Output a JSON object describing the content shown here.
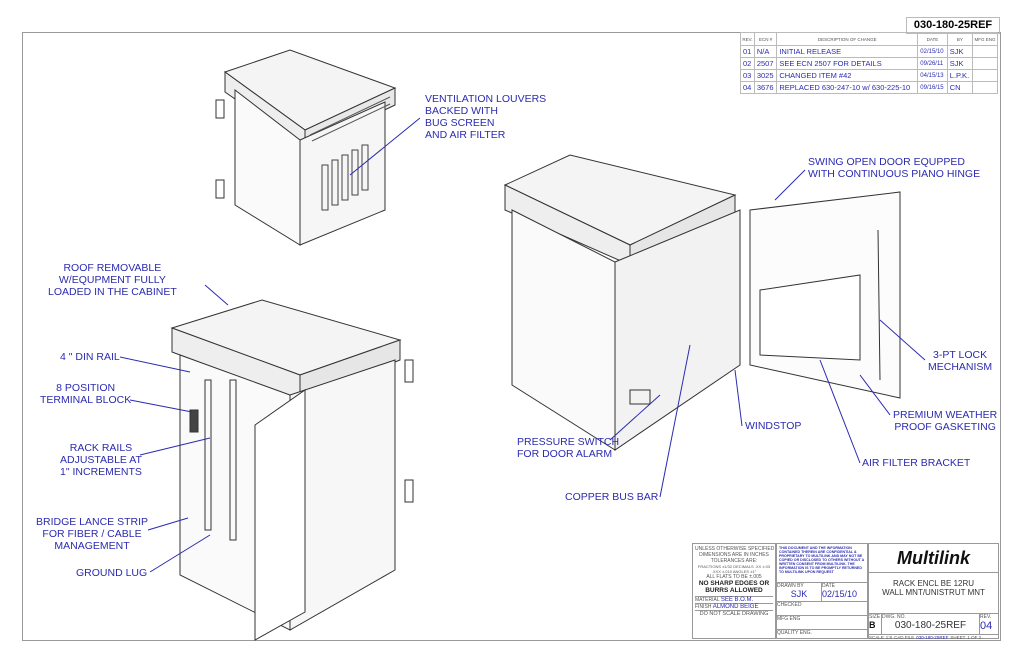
{
  "drawing_number": "030-180-25REF",
  "revision_table": {
    "headers": [
      "REV.",
      "ECN #",
      "DESCRIPTION OF CHANGE",
      "DATE",
      "BY",
      "MFG ENG"
    ],
    "rows": [
      [
        "01",
        "N/A",
        "INITIAL RELEASE",
        "02/15/10",
        "SJK",
        ""
      ],
      [
        "02",
        "2507",
        "SEE ECN 2507 FOR DETAILS",
        "09/26/11",
        "SJK",
        ""
      ],
      [
        "03",
        "3025",
        "CHANGED ITEM #42",
        "04/15/13",
        "L.P.K.",
        ""
      ],
      [
        "04",
        "3676",
        "REPLACED 630-247-10 w/ 630-225-10",
        "09/16/15",
        "CN",
        ""
      ]
    ]
  },
  "callouts": {
    "ventilation": "VENTILATION LOUVERS\nBACKED WITH\nBUG SCREEN\nAND AIR FILTER",
    "swing_door": "SWING OPEN DOOR EQUPPED\nWITH CONTINUOUS PIANO HINGE",
    "roof": "ROOF REMOVABLE\nW/EQUPMENT FULLY\nLOADED IN THE CABINET",
    "din_rail": "4 \" DIN RAIL",
    "terminal_block": "8 POSITION\nTERMINAL BLOCK",
    "rack_rails": "RACK RAILS\nADJUSTABLE AT\n1\" INCREMENTS",
    "bridge_lance": "BRIDGE LANCE STRIP\nFOR FIBER / CABLE\nMANAGEMENT",
    "ground_lug": "GROUND LUG",
    "pressure_switch": "PRESSURE SWITCH\nFOR DOOR ALARM",
    "windstop": "WINDSTOP",
    "lock": "3-PT LOCK\nMECHANISM",
    "gasketing": "PREMIUM WEATHER\nPROOF GASKETING",
    "air_filter_bracket": "AIR FILTER BRACKET",
    "copper_bus_bar": "COPPER BUS BAR"
  },
  "title_block": {
    "tolerances": "UNLESS OTHERWISE SPECIFIED\nDIMENSIONS ARE IN INCHES\nTOLERANCES ARE:",
    "tol_values": "FRACTIONS ±1/32   DECIMALS .XX ±.03 .XXX ±.010   ANGLES ±1°",
    "flats": "ALL FLATS TO BE ±.005",
    "edges": "NO SHARP EDGES OR\nBURRS ALLOWED",
    "material_label": "MATERIAL",
    "material": "SEE B.O.M.",
    "finish_label": "FINISH",
    "finish": "ALMOND BEIGE",
    "no_scale": "DO NOT SCALE DRAWING",
    "confidential": "THIS DOCUMENT AND THE INFORMATION CONTAINED THEREIN ARE CONFIDENTIAL & PROPRIETARY TO MULTILINK AND MAY NOT BE COPIED OR DISCLOSED TO OTHERS WITHOUT A WRITTEN CONSENT FROM MULTILINK. THE INFORMATION IS TO BE PROMPTLY RETURNED TO MULTILINK UPON REQUEST",
    "drawn_by_label": "DRAWN BY",
    "drawn_by": "SJK",
    "date_label": "DATE",
    "date": "02/15/10",
    "checked_label": "CHECKED",
    "mfg_eng_label": "MFG ENG",
    "quality_label": "QUALITY ENG.",
    "company": "Multilink",
    "title": "RACK ENCL BE 12RU\nWALL MNT/UNISTRUT MNT",
    "size_label": "SIZE",
    "size": "B",
    "dwg_no_label": "DWG. NO.",
    "dwg_no": "030-180-25REF",
    "rev_label": "REV.",
    "rev": "04",
    "scale_label": "SCALE",
    "scale": "1:8",
    "cad_file_label": "CAD FILE",
    "cad_file": "030-180-25REF",
    "sheet_label": "SHEET",
    "sheet": "1 OF 2"
  }
}
